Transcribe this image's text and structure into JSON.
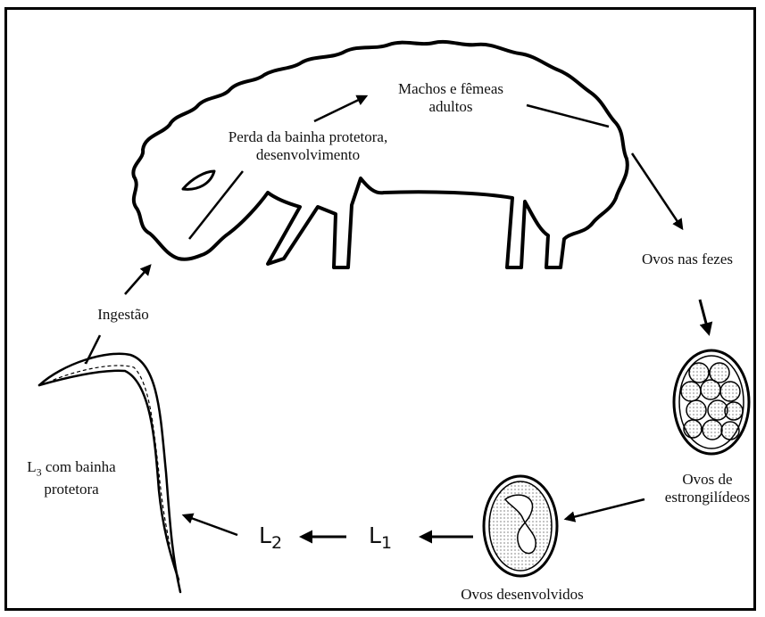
{
  "labels": {
    "adults_line1": "Machos e fêmeas",
    "adults_line2": "adultos",
    "sheath_loss_line1": "Perda da bainha protetora,",
    "sheath_loss_line2": "desenvolvimento",
    "eggs_feces": "Ovos nas fezes",
    "strongyle_eggs_line1": "Ovos de",
    "strongyle_eggs_line2": "estrongilídeos",
    "developed_eggs": "Ovos desenvolvidos",
    "ingestion": "Ingestão",
    "l3_prefix": "L",
    "l3_sub": "3",
    "l3_rest": " com bainha",
    "l3_line2": "protetora",
    "l1_letter": "L",
    "l1_sub": "1",
    "l2_letter": "L",
    "l2_sub": "2"
  }
}
